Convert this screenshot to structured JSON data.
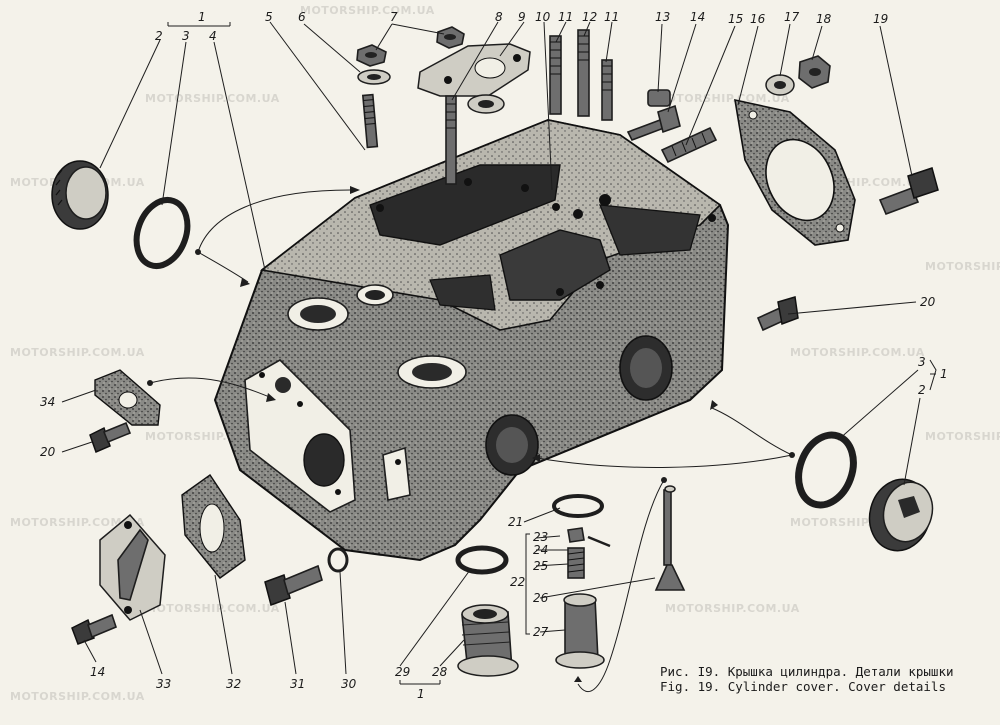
{
  "caption": {
    "ru": "Рис. I9. Крышка цилиндра. Детали крышки",
    "en": "Fig. 19. Cylinder cover. Cover details"
  },
  "watermark": "MOTORSHIP.COM.UA",
  "labels": {
    "c1": "1",
    "c2": "2",
    "c3": "3",
    "c4": "4",
    "c5": "5",
    "c6": "6",
    "c7": "7",
    "c8": "8",
    "c9": "9",
    "c10": "10",
    "c11a": "11",
    "c12": "12",
    "c11b": "11",
    "c13": "13",
    "c14a": "14",
    "c15": "15",
    "c16": "16",
    "c17": "17",
    "c18": "18",
    "c19": "19",
    "c20a": "20",
    "c1r": "1",
    "c3r": "3",
    "c2r": "2",
    "c34": "34",
    "c20b": "20",
    "c21": "21",
    "c23": "23",
    "c24": "24",
    "c25": "25",
    "c22": "22",
    "c26": "26",
    "c27": "27",
    "c14b": "14",
    "c33": "33",
    "c32": "32",
    "c31": "31",
    "c30": "30",
    "c29": "29",
    "c28": "28",
    "c1b": "1"
  },
  "colors": {
    "paper": "#f4f2ea",
    "ink": "#1e1e1e",
    "shade": "#6e6e6e"
  }
}
